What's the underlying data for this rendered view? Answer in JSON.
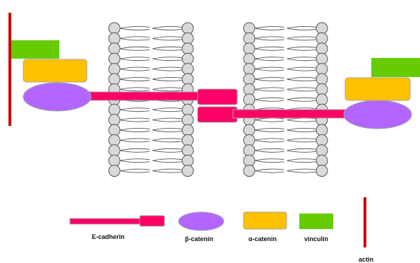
{
  "colors": {
    "cadherin": "#ff0066",
    "beta_catenin": "#b266ff",
    "alpha_catenin": "#ffc000",
    "vinculin": "#66cc00",
    "actin": "#cc0000",
    "lipid_head": "#d9d9d9",
    "lipid_outline": "#555555",
    "box_outline": "#a6a6a6"
  },
  "legend": {
    "e_cadherin": "E-cadherin",
    "beta_catenin": "β-catenin",
    "alpha_catenin": "α-catenin",
    "vinculin": "vinculin",
    "actin": "actin"
  }
}
